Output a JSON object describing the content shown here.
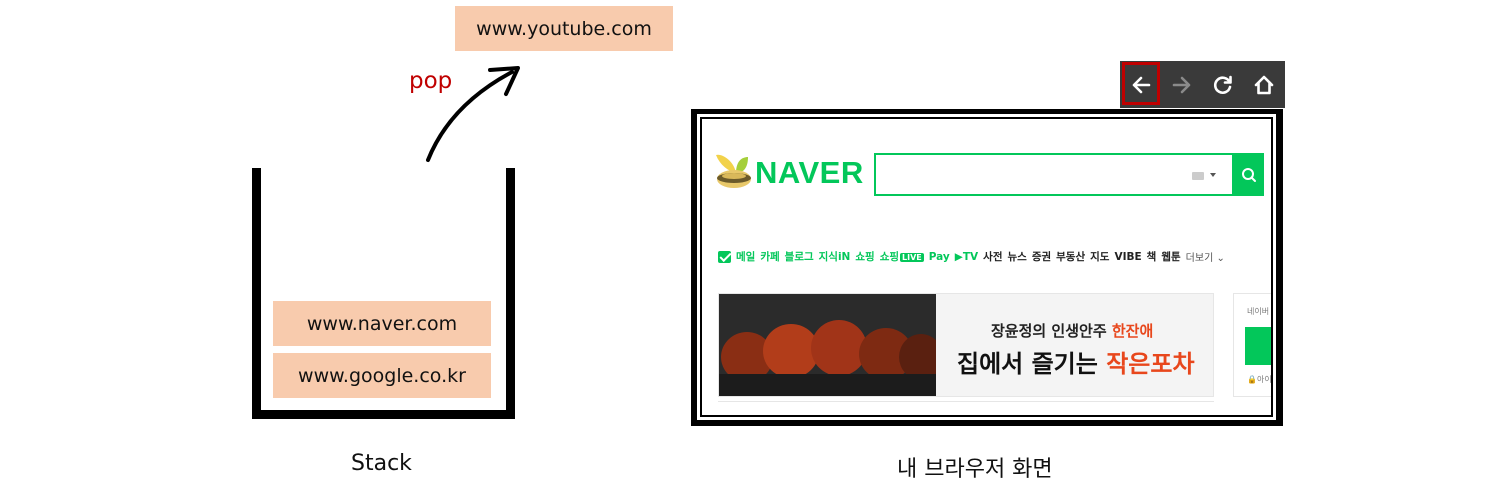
{
  "stack_diagram": {
    "popped_url": "www.youtube.com",
    "pop_label": "pop",
    "stack_items": [
      "www.naver.com",
      "www.google.co.kr"
    ],
    "caption": "Stack"
  },
  "browser": {
    "caption": "내 브라우저 화면",
    "toolbar": {
      "buttons": [
        "back-arrow-icon",
        "forward-arrow-icon",
        "refresh-icon",
        "home-icon"
      ],
      "highlighted": "back",
      "highlight_color": "#c00000"
    },
    "naver": {
      "logo": "NAVER",
      "brand_color": "#03c75a",
      "nav": {
        "mail": "메일",
        "cafe": "카페",
        "blog": "블로그",
        "kin": "지식iN",
        "shopping": "쇼핑",
        "shoplive": "쇼핑",
        "live_badge": "LIVE",
        "pay": "Pay",
        "tv": "▶TV",
        "dict": "사전",
        "news": "뉴스",
        "stock": "증권",
        "realestate": "부동산",
        "map": "지도",
        "vibe": "VIBE",
        "book": "책",
        "webtoon": "웹툰",
        "more": "더보기 ⌄"
      },
      "banner": {
        "line1_name": "장윤정",
        "line1_mid": "의 인생안주 ",
        "line1_hl": "한잔애",
        "line2_main": "집에서 즐기는 ",
        "line2_hl": "작은포차"
      },
      "login": {
        "label": "네이버",
        "sub": "아이"
      }
    }
  }
}
